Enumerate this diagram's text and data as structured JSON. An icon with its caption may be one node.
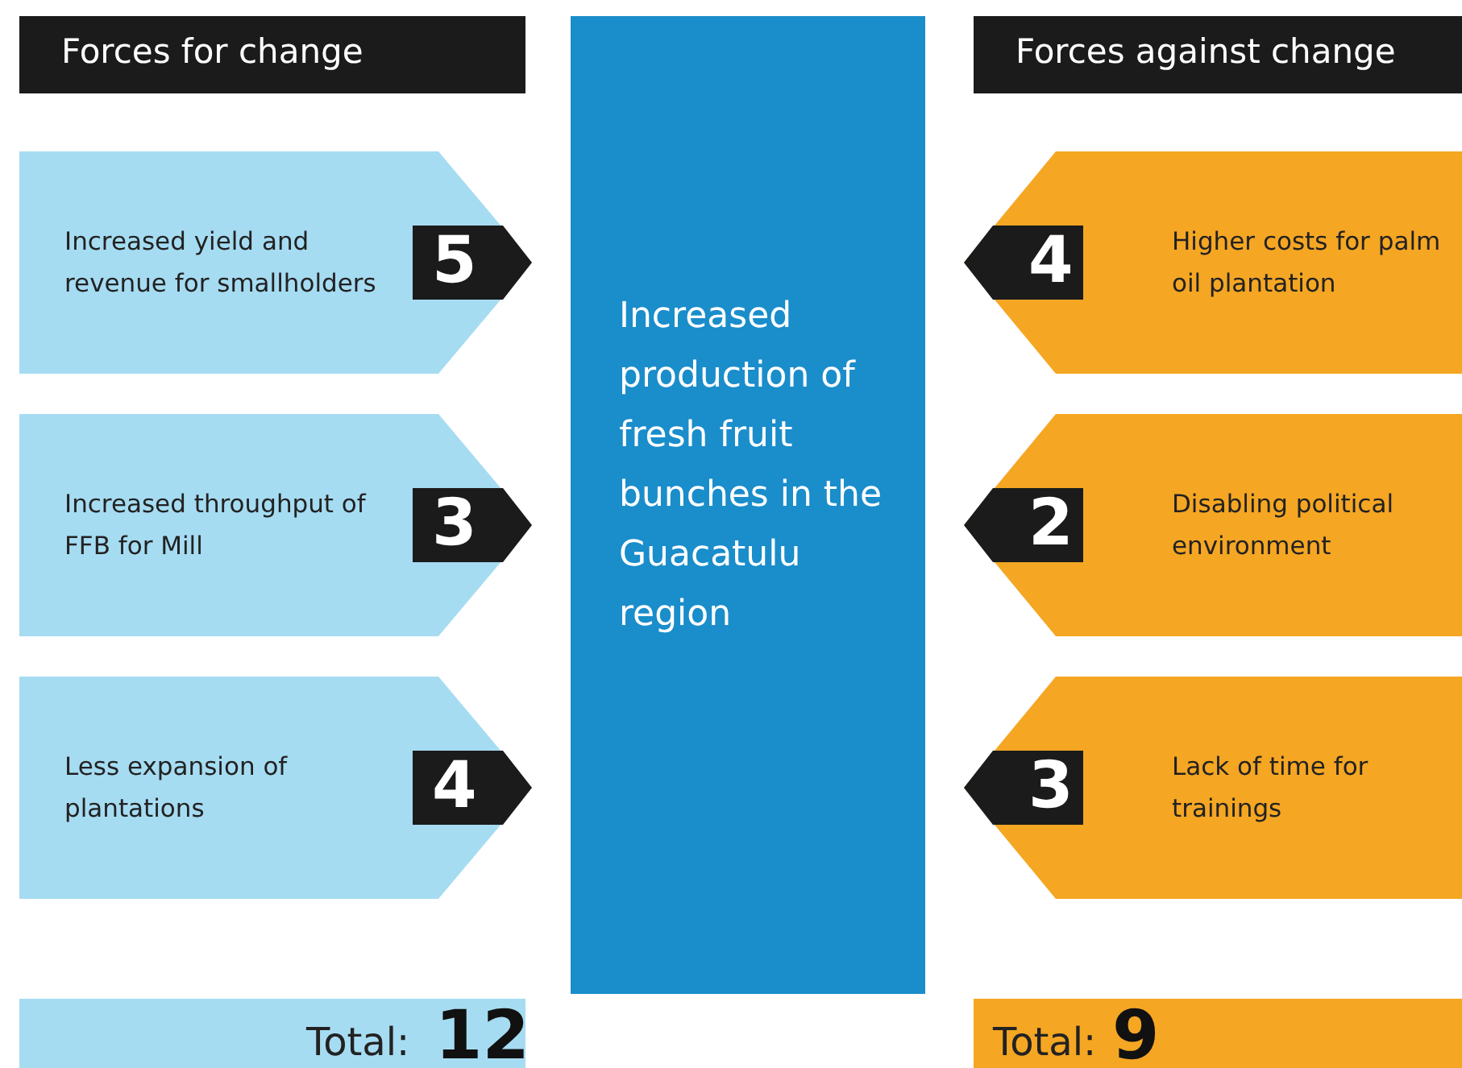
{
  "diagram": {
    "nodes": [
      {
        "text": [
          "Forces for change"
        ]
      },
      {
        "text": [
          "Forces against change"
        ]
      },
      {
        "text": [
          "Increased yield and revenue for smallholders",
          "5"
        ]
      },
      {
        "text": [
          "Increased throughput of FFB for Mill",
          "3"
        ]
      },
      {
        "text": [
          "Less expansion of plantations",
          "4"
        ]
      },
      {
        "text": [
          "Increased production of fresh fruit bunches in the Guacatulu region"
        ]
      },
      {
        "text": [
          "4",
          "Higher costs for palm oil plantation"
        ]
      },
      {
        "text": [
          "2",
          "Disabling political environment"
        ]
      },
      {
        "text": [
          "3",
          "Lack of time for trainings"
        ]
      },
      {
        "text": [
          "Total:",
          "12"
        ]
      },
      {
        "text": [
          "Total:",
          "9"
        ]
      }
    ]
  }
}
